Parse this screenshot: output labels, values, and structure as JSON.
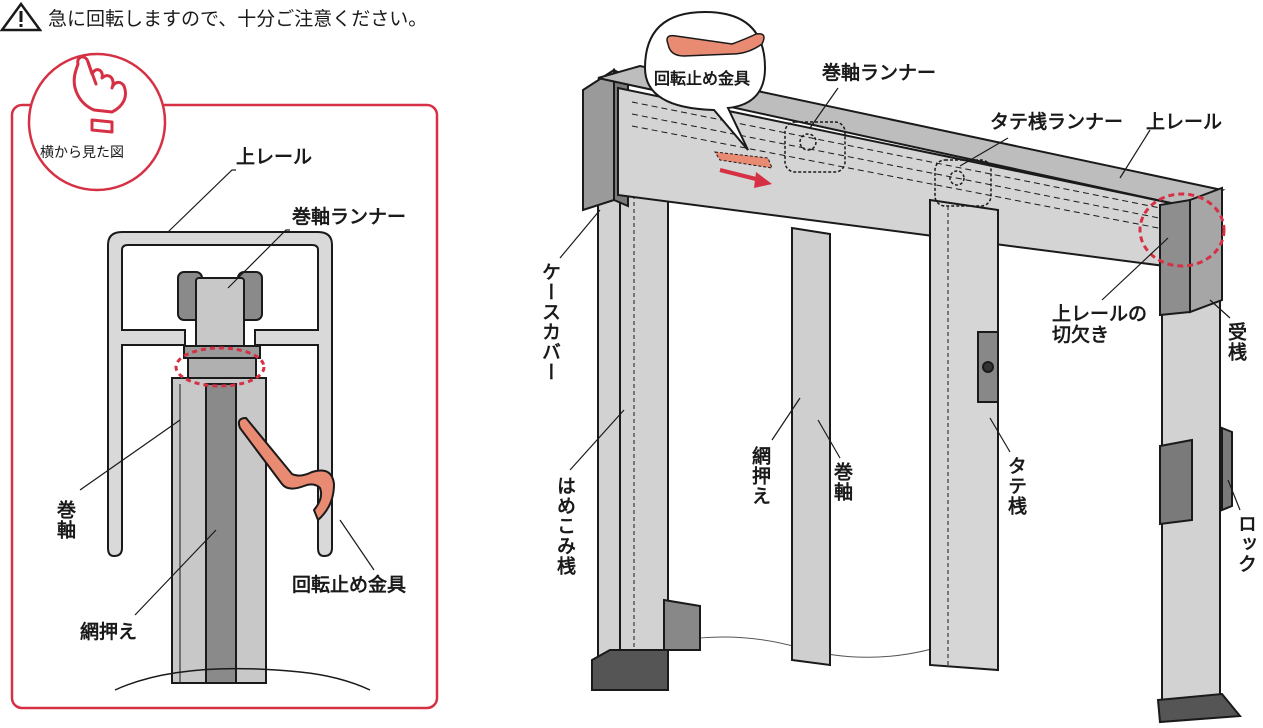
{
  "warning": {
    "text": "急に回転しますので、十分ご注意ください。",
    "icon": "warning-triangle-icon"
  },
  "inset": {
    "badge_caption": "横から見た図",
    "badge_icon": "pointing-hand-icon",
    "border_color": "#d63044",
    "labels": {
      "top_rail": "上レール",
      "roll_runner": "巻軸ランナー",
      "roll_shaft": "巻軸",
      "net_holder": "網押え",
      "stop_bracket": "回転止め金具"
    }
  },
  "main": {
    "callout_bracket": "回転止め金具",
    "labels": {
      "roll_runner": "巻軸ランナー",
      "vertical_runner": "タテ桟ランナー",
      "top_rail": "上レール",
      "case_cover": "ケースカバー",
      "rail_notch": "上レールの\n切欠き",
      "receiver_bar": "受桟",
      "fit_bar": "はめこみ桟",
      "net_holder": "網押え",
      "roll_shaft": "巻軸",
      "vertical_bar": "タテ桟",
      "lock": "ロック"
    }
  },
  "colors": {
    "accent_red": "#d63044",
    "bracket_orange": "#e98a72",
    "metal_gray": "#c8c8c8",
    "dark_gray": "#8a8a8a"
  }
}
